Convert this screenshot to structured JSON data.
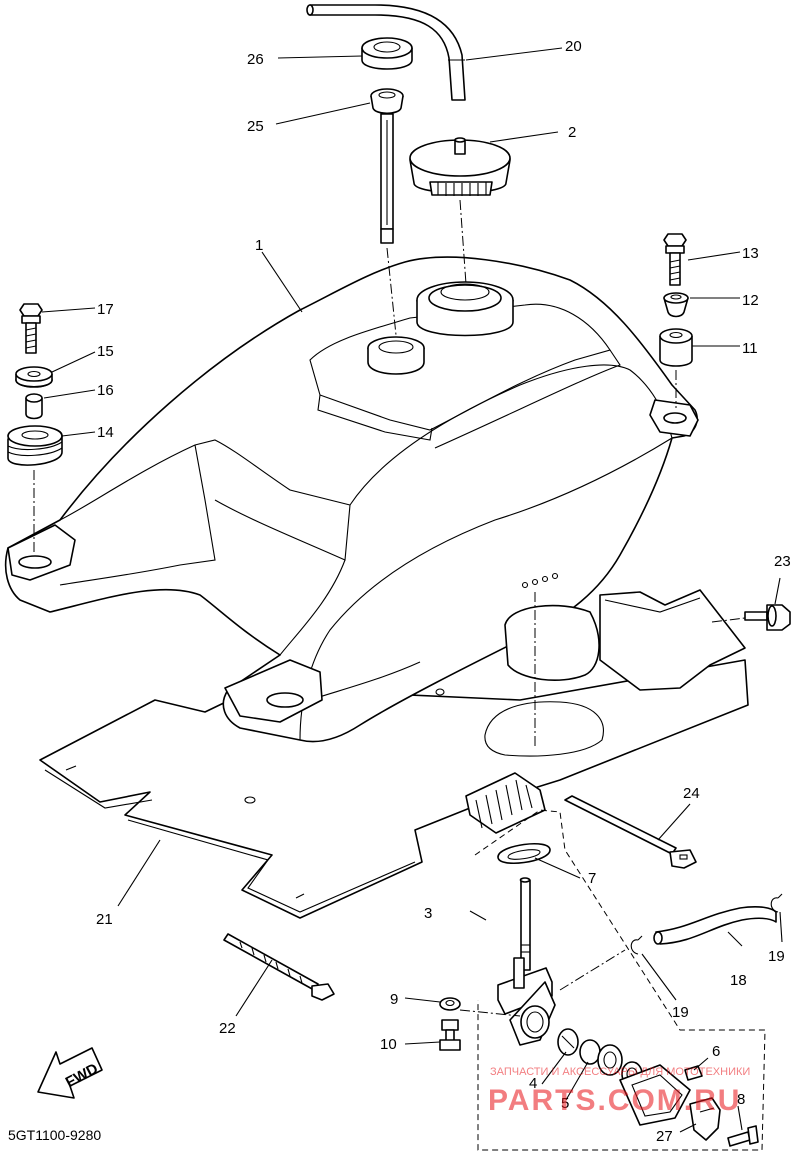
{
  "diagram": {
    "code": "5GT1100-9280",
    "fwd_label": "FWD",
    "callouts": [
      "1",
      "2",
      "3",
      "4",
      "5",
      "6",
      "7",
      "8",
      "9",
      "10",
      "11",
      "12",
      "13",
      "14",
      "15",
      "16",
      "17",
      "18",
      "19",
      "19",
      "20",
      "21",
      "22",
      "23",
      "24",
      "25",
      "26",
      "27"
    ],
    "watermark": {
      "line1": "ЗАПЧАСТИ И АКСЕССУАРЫ ДЛЯ МОТОТЕХНИКИ",
      "line2": "PARTS.COM.RU",
      "color": "#e8141a"
    }
  }
}
